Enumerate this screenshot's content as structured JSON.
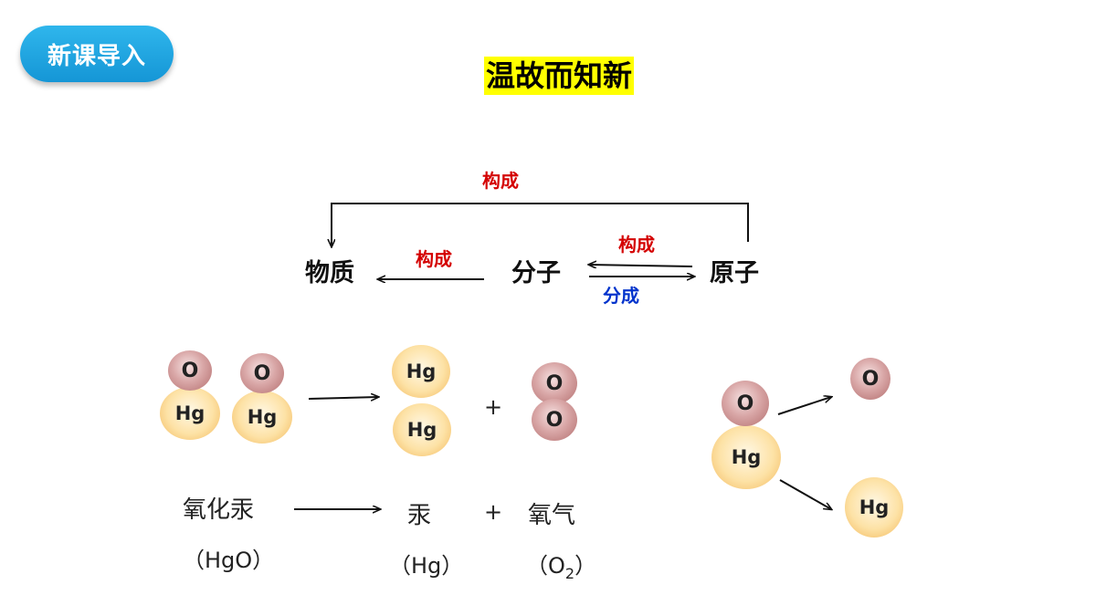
{
  "badge": {
    "label": "新课导入"
  },
  "title": "温故而知新",
  "concept_map": {
    "nodes": {
      "substance": "物质",
      "molecule": "分子",
      "atom": "原子"
    },
    "top_arrow_label": "构成",
    "molecule_to_substance_label": "构成",
    "atom_to_molecule_label": "构成",
    "molecule_to_atom_label": "分成"
  },
  "reaction": {
    "atoms": {
      "oxygen": "O",
      "mercury": "Hg"
    },
    "plus": "+",
    "words": {
      "reactant": "氧化汞",
      "reactant_formula": "（HgO）",
      "product1": "汞",
      "product1_formula": "（Hg）",
      "product2": "氧气",
      "product2_formula_prefix": "（O",
      "product2_formula_sub": "2",
      "product2_formula_suffix": "）"
    }
  },
  "colors": {
    "badge": "#1aa3df",
    "title_highlight": "#ffff00",
    "label_red": "#d40000",
    "label_blue": "#0033cc"
  }
}
